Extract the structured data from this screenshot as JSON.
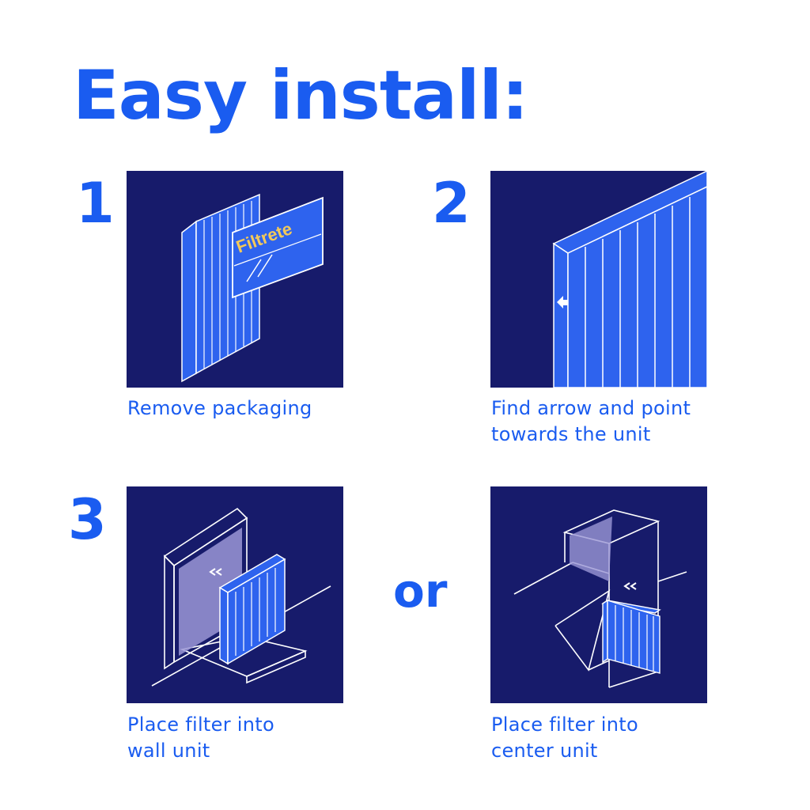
{
  "title": "Easy install:",
  "or_label": "or",
  "colors": {
    "accent": "#1a5cf0",
    "panel": "#171b6b",
    "filter": "#2e63ee",
    "logo": "#f3c95a"
  },
  "logo_text": "Filtrete",
  "steps": [
    {
      "number": "1",
      "caption": "Remove packaging"
    },
    {
      "number": "2",
      "caption": "Find arrow and point\ntowards the unit"
    },
    {
      "number": "3",
      "caption": "Place filter into\nwall unit"
    },
    {
      "number": "",
      "caption": "Place filter into\ncenter unit"
    }
  ]
}
